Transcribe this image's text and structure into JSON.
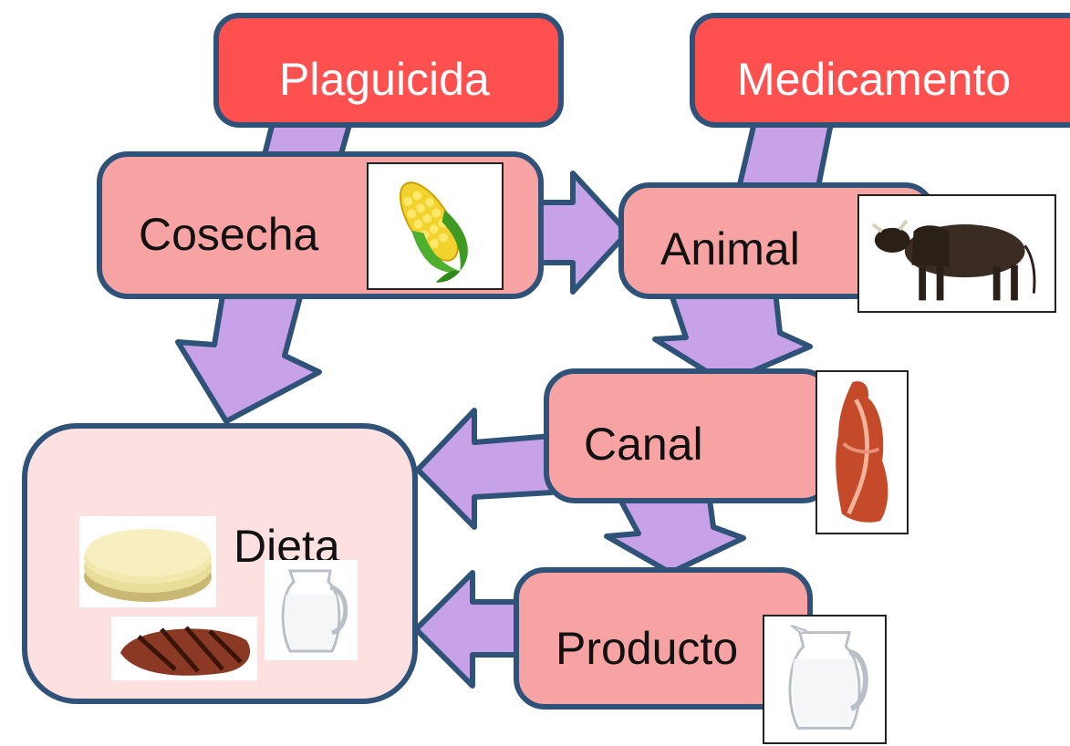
{
  "colors": {
    "source_fill": "#ff5050",
    "node_fill": "#f7a3a3",
    "diet_fill": "#fde0e0",
    "border": "#2f5279",
    "arrow_fill": "#c8a2e8"
  },
  "sources": {
    "pesticide": "Plaguicida",
    "drug": "Medicamento"
  },
  "nodes": {
    "harvest": "Cosecha",
    "animal": "Animal",
    "carcass": "Canal",
    "product": "Producto",
    "diet": "Dieta"
  },
  "icons": {
    "harvest": "corn-icon",
    "animal": "bull-icon",
    "carcass": "meat-carcass-icon",
    "product": "milk-jug-icon",
    "diet_items": [
      "tortilla-icon",
      "steak-icon",
      "milk-jug-icon"
    ]
  },
  "edges": [
    {
      "from": "Plaguicida",
      "to": "Cosecha"
    },
    {
      "from": "Medicamento",
      "to": "Animal"
    },
    {
      "from": "Cosecha",
      "to": "Animal"
    },
    {
      "from": "Cosecha",
      "to": "Dieta"
    },
    {
      "from": "Animal",
      "to": "Canal"
    },
    {
      "from": "Canal",
      "to": "Dieta"
    },
    {
      "from": "Canal",
      "to": "Producto"
    },
    {
      "from": "Producto",
      "to": "Dieta"
    }
  ]
}
